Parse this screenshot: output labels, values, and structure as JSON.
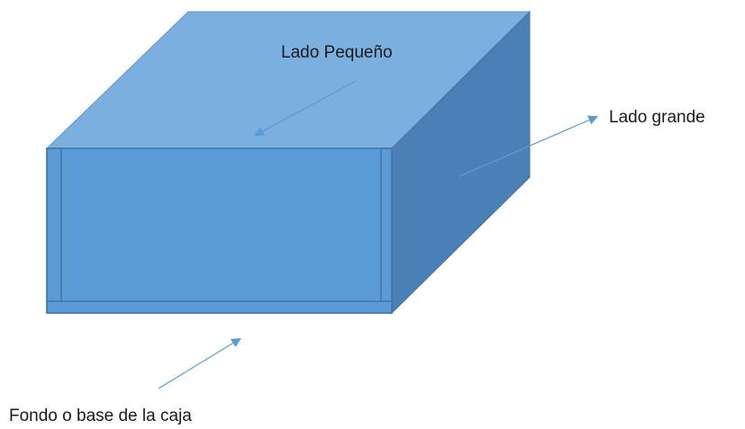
{
  "labels": {
    "top": "Lado Pequeño",
    "side": "Lado grande",
    "base": "Fondo o base de la caja"
  },
  "colors": {
    "top_face": "#7bafdf",
    "side_face": "#4a80b5",
    "front_face": "#5b9bd5",
    "outline": "#3f75a8",
    "arrow": "#5b9bd5",
    "text": "#1a1a1a"
  }
}
